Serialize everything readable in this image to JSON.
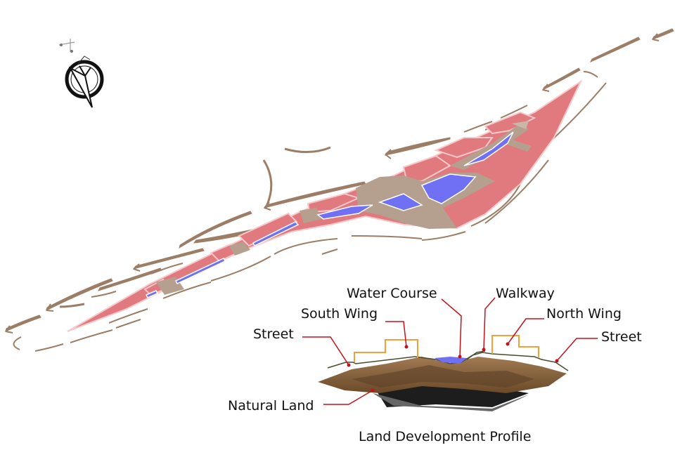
{
  "colors": {
    "block": "#e07a7e",
    "block_edge": "#f7c9cb",
    "water": "#7070f4",
    "plaza": "#b59f8e",
    "flow": "#9c7d66",
    "soil": "#8c6641",
    "shadow": "#222222",
    "profile_orange": "#f2a13a",
    "profile_line": "#4a4a30",
    "leader": "#c4121c"
  },
  "icons": {
    "compass": "north-arrow-compass-icon",
    "arrow": "flow-arrow-icon"
  },
  "profile": {
    "title": "Land Development Profile",
    "labels": {
      "water_course": "Water Course",
      "walkway": "Walkway",
      "south_wing": "South Wing",
      "north_wing": "North Wing",
      "street_left": "Street",
      "street_right": "Street",
      "natural_land": "Natural Land"
    }
  }
}
